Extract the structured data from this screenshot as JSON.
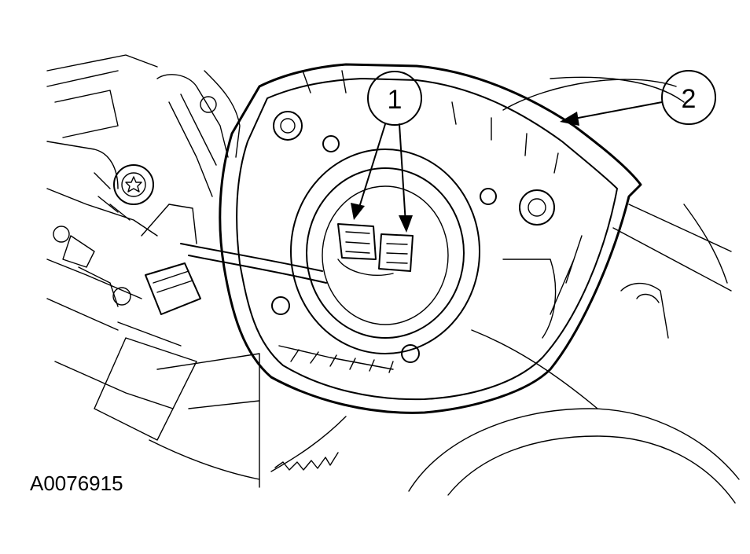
{
  "figure": {
    "id_label": "A0076915",
    "callouts": [
      {
        "number": "1"
      },
      {
        "number": "2"
      }
    ]
  }
}
